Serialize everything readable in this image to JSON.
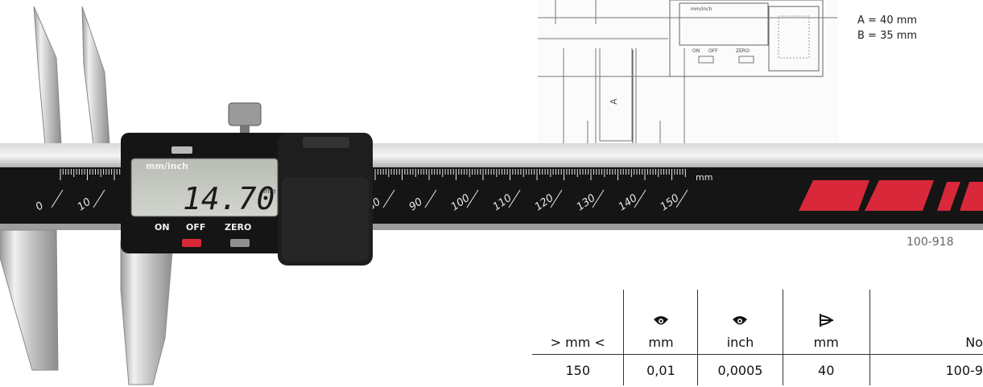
{
  "caliper": {
    "unit_label": "mm/inch",
    "display_value": "14.70",
    "display_unit": "mm",
    "buttons": [
      "ON",
      "OFF",
      "ZERO"
    ],
    "scale_left": [
      "0",
      "10"
    ],
    "scale_right": [
      "80",
      "90",
      "100",
      "110",
      "120",
      "130",
      "140",
      "150"
    ],
    "scale_unit": "mm"
  },
  "drawing": {
    "display_label": "mm/inch",
    "buttons": [
      "ON",
      "OFF",
      "ZERO"
    ],
    "dim_letter": "A"
  },
  "dimensions": [
    "A = 40 mm",
    "B = 35 mm"
  ],
  "article_number": "100-918",
  "spec_table": {
    "icons": [
      "",
      "reading-eye-icon",
      "reading-eye-icon",
      "jaw-depth-icon",
      ""
    ],
    "units": [
      "> mm <",
      "mm",
      "inch",
      "mm",
      "No"
    ],
    "values": [
      "150",
      "0,01",
      "0,0005",
      "40",
      "100-9"
    ]
  },
  "colors": {
    "body": "#151515",
    "lcd": "#c2c4be",
    "accent_red": "#d8283a"
  }
}
